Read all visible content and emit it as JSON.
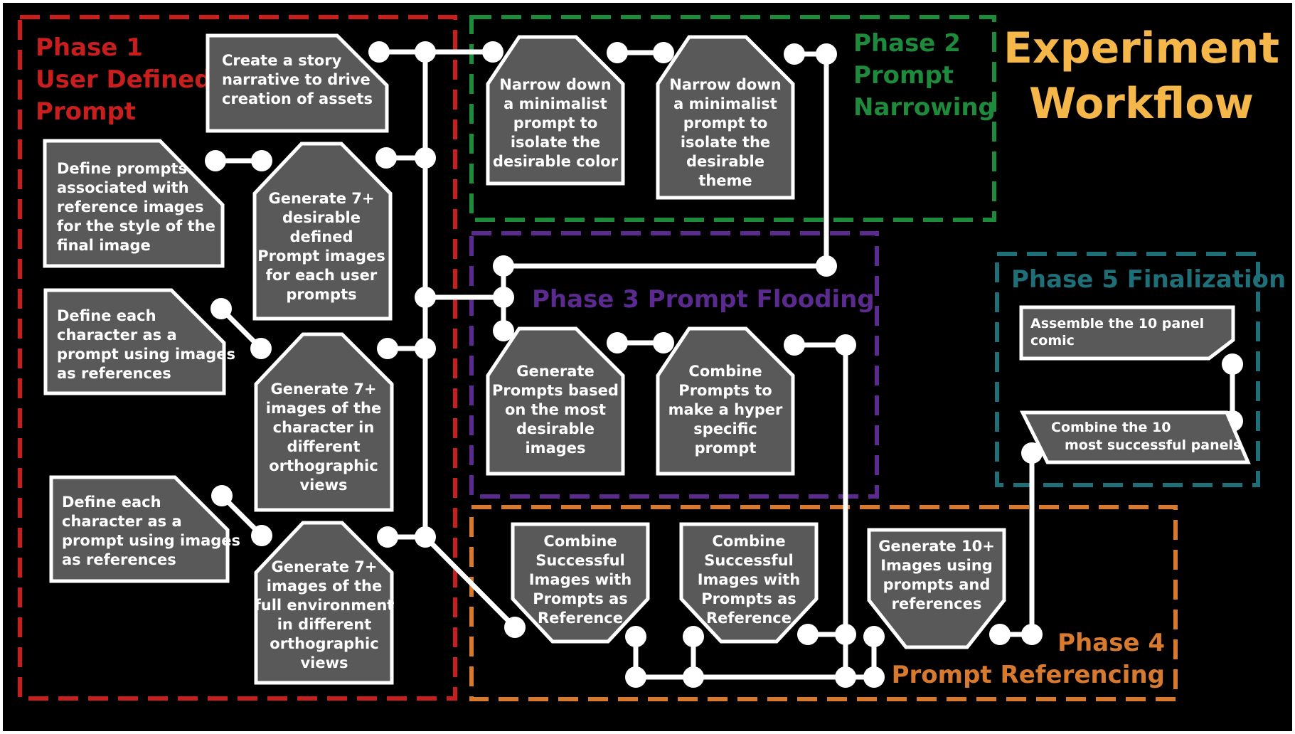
{
  "title": {
    "lines": [
      "Experiment",
      "Workflow"
    ]
  },
  "colors": {
    "background": "#000000",
    "box_fill": "#595959",
    "box_stroke": "#ffffff",
    "connector": "#ffffff",
    "title": "#f5b74a",
    "phase1": "#c81e1e",
    "phase2": "#1e8a3c",
    "phase3": "#5a2a8f",
    "phase4": "#d77a2e",
    "phase5": "#1f6f78"
  },
  "phases": [
    {
      "id": "phase1",
      "label_lines": [
        "Phase 1",
        "User Defined",
        "Prompt"
      ]
    },
    {
      "id": "phase2",
      "label_lines": [
        "Phase 2",
        "Prompt",
        "Narrowing"
      ]
    },
    {
      "id": "phase3",
      "label_lines": [
        "Phase 3 Prompt Flooding"
      ]
    },
    {
      "id": "phase4",
      "label_lines": [
        "Phase 4",
        "Prompt Referencing"
      ]
    },
    {
      "id": "phase5",
      "label_lines": [
        "Phase 5 Finalization"
      ]
    }
  ],
  "steps": [
    {
      "id": "create-story",
      "lines": [
        "Create a story",
        "narrative to drive",
        "creation of assets"
      ]
    },
    {
      "id": "define-style-prompts",
      "lines": [
        "Define prompts",
        "associated with",
        "reference images",
        "for the style of the",
        "final image"
      ]
    },
    {
      "id": "generate-defined-prompt-images",
      "lines": [
        "Generate 7+",
        "desirable",
        "defined",
        "Prompt images",
        "for each user",
        "prompts"
      ]
    },
    {
      "id": "define-character-a",
      "lines": [
        "Define each",
        "character as a",
        "prompt using images",
        "as references"
      ]
    },
    {
      "id": "generate-character-views",
      "lines": [
        "Generate 7+",
        "images of the",
        "character in",
        "different",
        "orthographic",
        "views"
      ]
    },
    {
      "id": "define-character-b",
      "lines": [
        "Define each",
        "character as a",
        "prompt using images",
        "as references"
      ]
    },
    {
      "id": "generate-environment-views",
      "lines": [
        "Generate 7+",
        "images of the",
        "full environment",
        "in different",
        "orthographic",
        "views"
      ]
    },
    {
      "id": "narrow-color",
      "lines": [
        "Narrow down",
        "a minimalist",
        "prompt to",
        "isolate the",
        "desirable color"
      ]
    },
    {
      "id": "narrow-theme",
      "lines": [
        "Narrow down",
        "a minimalist",
        "prompt to",
        "isolate the",
        "desirable",
        "theme"
      ]
    },
    {
      "id": "generate-prompts-desirable",
      "lines": [
        "Generate",
        "Prompts based",
        "on the most",
        "desirable",
        "images"
      ]
    },
    {
      "id": "combine-hyper-specific",
      "lines": [
        "Combine",
        "Prompts to",
        "make a hyper",
        "specific",
        "prompt"
      ]
    },
    {
      "id": "combine-reference-a",
      "lines": [
        "Combine",
        "Successful",
        "Images with",
        "Prompts as",
        "Reference"
      ]
    },
    {
      "id": "combine-reference-b",
      "lines": [
        "Combine",
        "Successful",
        "Images with",
        "Prompts as",
        "Reference"
      ]
    },
    {
      "id": "generate-10-images",
      "lines": [
        "Generate 10+",
        "Images using",
        "prompts and",
        "references"
      ]
    },
    {
      "id": "assemble-comic",
      "lines": [
        "Assemble the 10 panel",
        "comic"
      ]
    },
    {
      "id": "combine-panels",
      "lines": [
        "Combine the 10",
        "most successful panels"
      ]
    }
  ]
}
